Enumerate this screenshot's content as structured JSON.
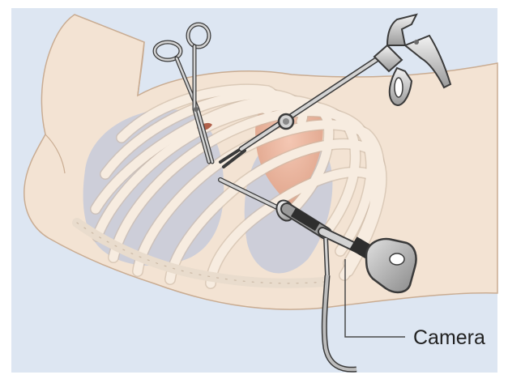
{
  "labels": {
    "camera": "Camera"
  },
  "colors": {
    "background": "#dde6f2",
    "skin": "#f3e3d3",
    "skin_outline": "#c9ac92",
    "rib": "#f7ece0",
    "rib_outline": "#cbb9a6",
    "lung": "#c5cad9",
    "heart": "#eebda6",
    "metal": "#d3d3d3",
    "metal_dark": "#6b6b6b",
    "outline": "#3a3a3a",
    "leader_line": "#4a4a4a",
    "cable": "#bdbdbd"
  },
  "instruments": [
    {
      "name": "hemostat-forceps",
      "icon": "scissors-icon"
    },
    {
      "name": "laparoscopic-grasper",
      "icon": "grasper-icon"
    },
    {
      "name": "endoscope-camera",
      "icon": "camera-icon"
    }
  ]
}
